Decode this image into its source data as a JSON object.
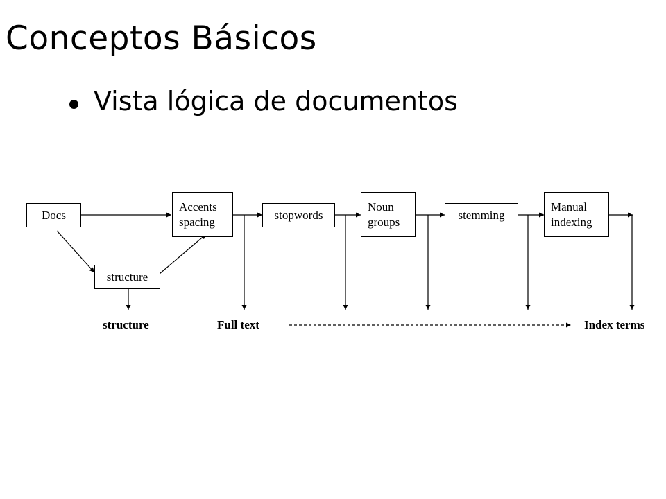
{
  "slide": {
    "title": "Conceptos Básicos",
    "bullet": "Vista lógica de documentos"
  },
  "diagram": {
    "boxes": {
      "docs": "Docs",
      "structure": "structure",
      "accents_line1": "Accents",
      "accents_line2": "spacing",
      "stopwords": "stopwords",
      "noun_line1": "Noun",
      "noun_line2": "groups",
      "stemming": "stemming",
      "manual_line1": "Manual",
      "manual_line2": "indexing"
    },
    "outputs": {
      "structure": "structure",
      "full_text": "Full  text",
      "index_terms": "Index terms"
    }
  }
}
